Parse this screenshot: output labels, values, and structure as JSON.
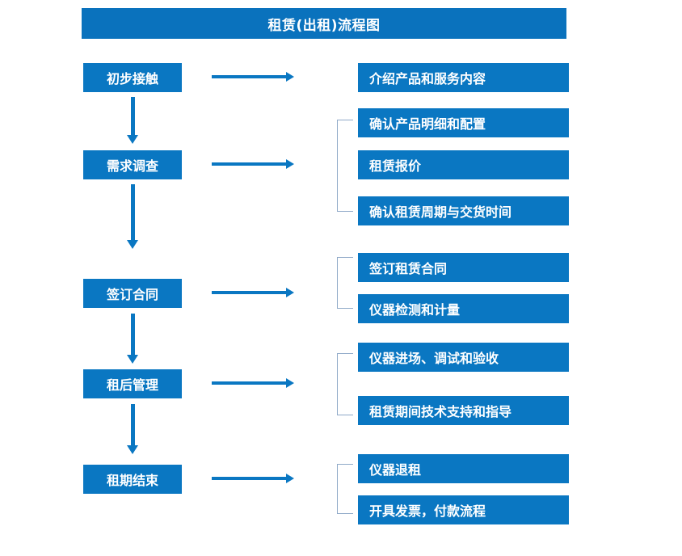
{
  "diagram": {
    "title": "租赁(出租)流程图",
    "colors": {
      "box_blue": "#0a77c2",
      "title_blue": "#0a72bd",
      "bracket_gray_blue": "#8fa9c8",
      "text_white": "#ffffff",
      "background": "#ffffff"
    },
    "stages": [
      {
        "label": "初步接触",
        "details": [
          "介绍产品和服务内容"
        ],
        "bracketed": false
      },
      {
        "label": "需求调查",
        "details": [
          "确认产品明细和配置",
          "租赁报价",
          "确认租赁周期与交货时间"
        ],
        "bracketed": true
      },
      {
        "label": "签订合同",
        "details": [
          "签订租赁合同",
          "仪器检测和计量"
        ],
        "bracketed": true
      },
      {
        "label": "租后管理",
        "details": [
          "仪器进场、调试和验收",
          "租赁期间技术支持和指导"
        ],
        "bracketed": true
      },
      {
        "label": "租期结束",
        "details": [
          "仪器退租",
          "开具发票，付款流程"
        ],
        "bracketed": true
      }
    ],
    "icons": {
      "down_arrow": "arrow-down-icon",
      "right_arrow": "arrow-right-icon",
      "group_bracket": "bracket-icon"
    }
  }
}
